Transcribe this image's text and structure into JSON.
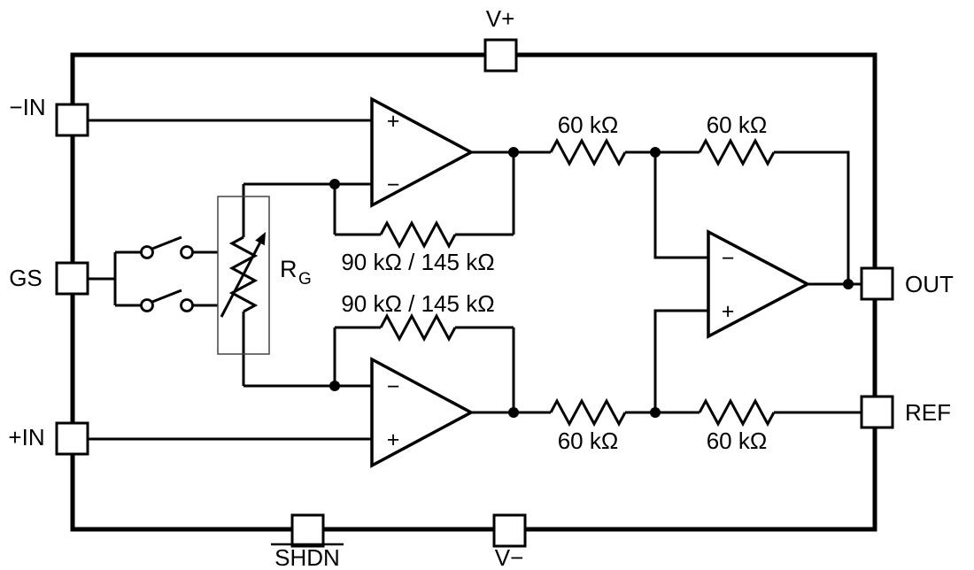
{
  "pins": {
    "v_plus": "V+",
    "neg_in": "−IN",
    "gs": "GS",
    "pos_in": "+IN",
    "out": "OUT",
    "ref": "REF",
    "shdn": "SHDN",
    "v_minus": "V−"
  },
  "labels": {
    "r60_top_left": "60 kΩ",
    "r60_top_right": "60 kΩ",
    "r60_bottom_left": "60 kΩ",
    "r60_bottom_right": "60 kΩ",
    "rfb_top": "90 kΩ / 145 kΩ",
    "rfb_bottom": "90 kΩ / 145 kΩ",
    "rg_symbol": "R",
    "rg_subscript": "G"
  },
  "opamps": {
    "a1_plus": "+",
    "a1_minus": "−",
    "a2_minus": "−",
    "a2_plus": "+",
    "a3_minus": "−",
    "a3_plus": "+"
  },
  "colors": {
    "line": "#000000",
    "background": "#ffffff",
    "pin_fill": "#ffffff"
  }
}
